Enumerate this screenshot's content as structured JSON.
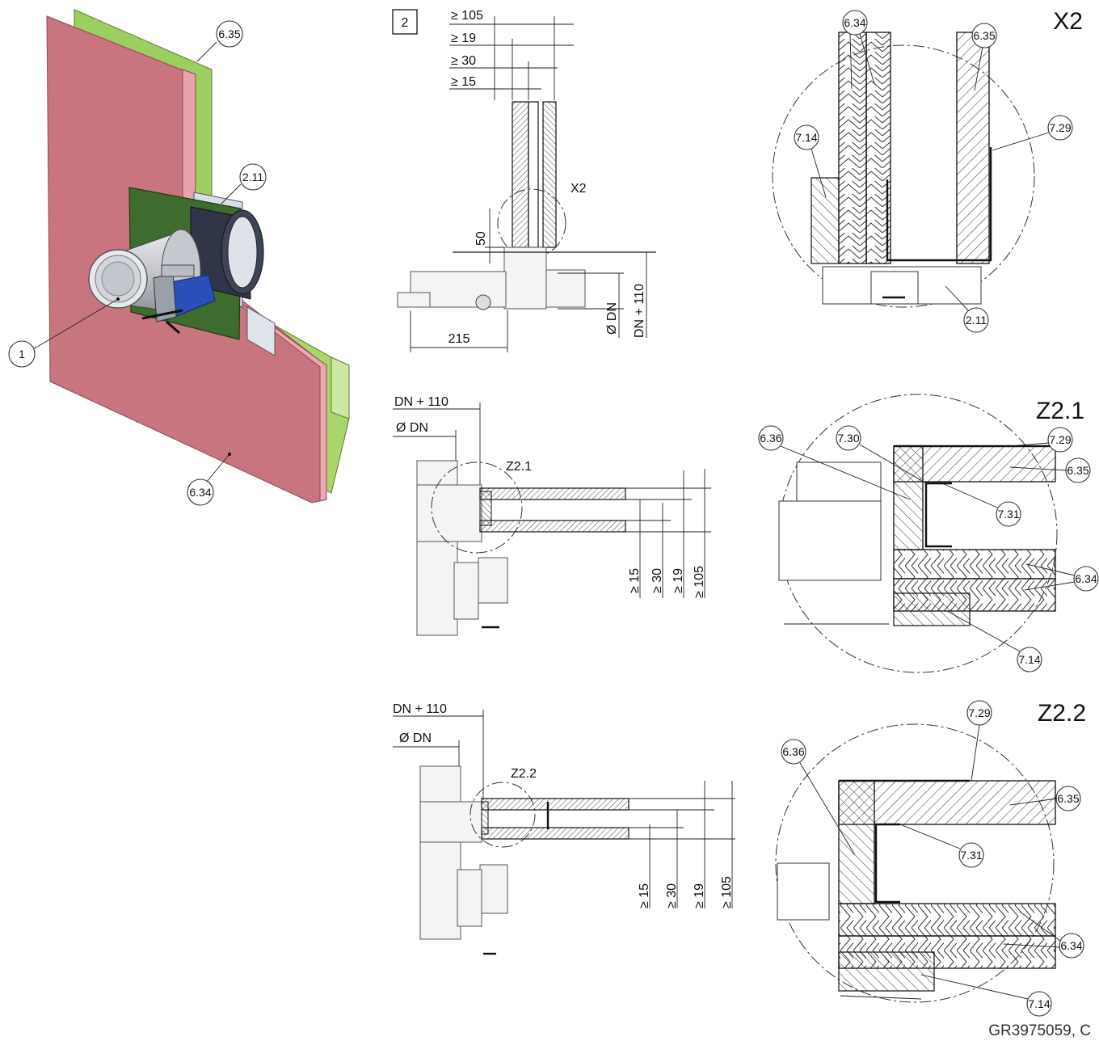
{
  "figure_number": "2",
  "drawing_code": "GR3975059, C",
  "view_iso": {
    "balloons": [
      "6.35",
      "2.11",
      "1",
      "6.34"
    ]
  },
  "section_top": {
    "dims": [
      "≥ 105",
      "≥ 19",
      "≥ 30",
      "≥ 15"
    ],
    "detail_label": "X2",
    "height_dim": "50",
    "width_dim": "215",
    "dia_dim": "Ø DN",
    "outer_dim": "DN + 110"
  },
  "detail_x2": {
    "title": "X2",
    "balloons": [
      "6.34",
      "6.35",
      "7.14",
      "7.29",
      "2.11"
    ]
  },
  "section_mid": {
    "outer_dim": "DN + 110",
    "dia_dim": "Ø DN",
    "detail_label": "Z2.1",
    "dims": [
      "≥ 15",
      "≥ 30",
      "≥ 19",
      "≥ 105"
    ]
  },
  "detail_z21": {
    "title": "Z2.1",
    "balloons": [
      "6.36",
      "7.30",
      "7.29",
      "6.35",
      "7.31",
      "6.34",
      "7.14"
    ]
  },
  "section_bot": {
    "outer_dim": "DN + 110",
    "dia_dim": "Ø DN",
    "detail_label": "Z2.2",
    "dims": [
      "≥ 15",
      "≥ 30",
      "≥ 19",
      "≥ 105"
    ]
  },
  "detail_z22": {
    "title": "Z2.2",
    "balloons": [
      "7.29",
      "6.36",
      "6.35",
      "7.31",
      "6.34",
      "7.14"
    ]
  },
  "colors": {
    "board_red": "#c9707c",
    "board_green": "#8fbf55",
    "plate_green": "#3e6b2e",
    "actuator_blue": "#2a4fb8"
  }
}
